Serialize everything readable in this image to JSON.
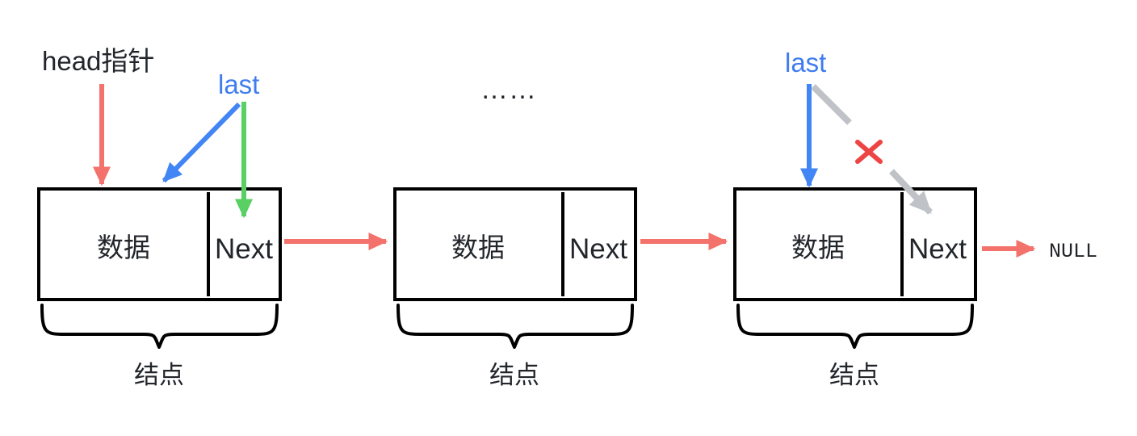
{
  "diagram": {
    "title": "singly-linked-list-delete-tail",
    "colors": {
      "node_border": "#000000",
      "text": "#22252a",
      "pointer_red": "#f4726c",
      "pointer_blue": "#4285f4",
      "pointer_green": "#58d063",
      "broken_link_gray": "#bfc3c7",
      "cross_red": "#ef4444",
      "background": "#ffffff"
    },
    "nodes": [
      {
        "id": "node-1",
        "data_label": "数据",
        "next_label": "Next",
        "brace_label": "结点"
      },
      {
        "id": "node-2",
        "data_label": "数据",
        "next_label": "Next",
        "brace_label": "结点"
      },
      {
        "id": "node-3",
        "data_label": "数据",
        "next_label": "Next",
        "brace_label": "结点"
      }
    ],
    "pointers": {
      "head_label": "head指针",
      "last_label_left": "last",
      "last_label_right": "last"
    },
    "ellipsis": "……",
    "terminator": "NULL",
    "annotations": {
      "broken_link_marker": "×"
    }
  }
}
